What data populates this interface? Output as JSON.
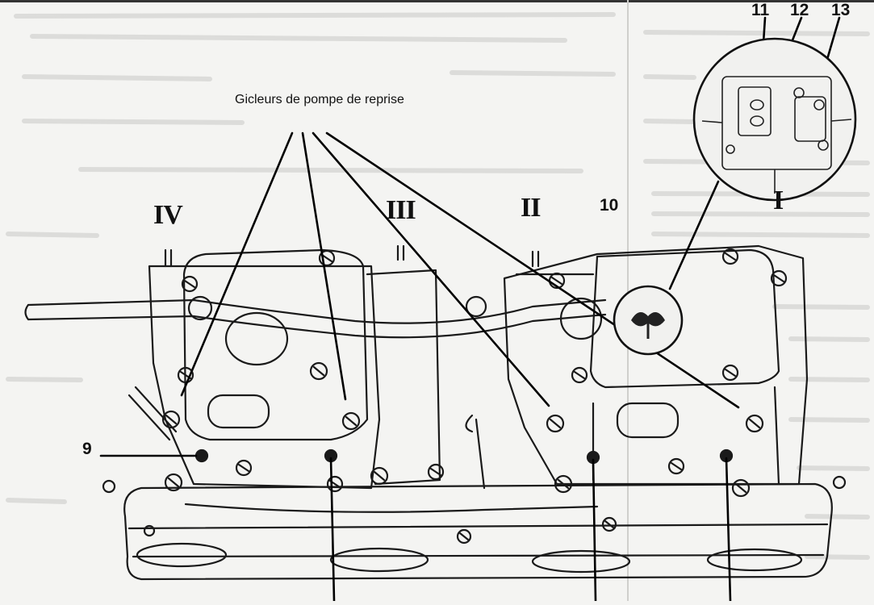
{
  "diagram": {
    "caption": "Gicleurs de pompe de reprise",
    "cylinders": [
      "IV",
      "III",
      "II",
      "I"
    ],
    "callouts": [
      "9",
      "10",
      "11",
      "12",
      "13"
    ]
  }
}
